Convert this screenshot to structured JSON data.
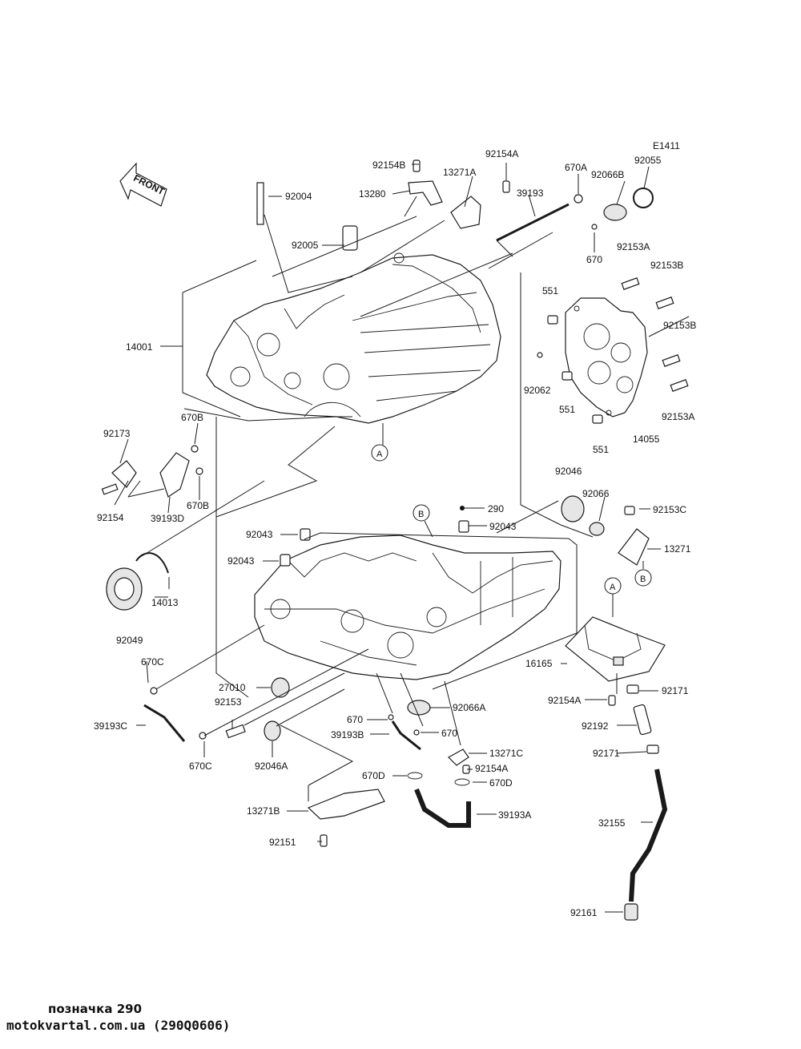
{
  "diagram_code": "E1411",
  "front_label": "FRONT",
  "ref_markers": [
    "A",
    "A",
    "B",
    "B"
  ],
  "part_labels": {
    "p92154B": "92154B",
    "p13280": "13280",
    "p13271A": "13271A",
    "p92154A_top": "92154A",
    "p670A": "670A",
    "p92066B": "92066B",
    "p92055": "92055",
    "p92004": "92004",
    "p39193": "39193",
    "p92005": "92005",
    "p670_top": "670",
    "p92153A_1": "92153A",
    "p92153B_1": "92153B",
    "p551_1": "551",
    "p92153B_2": "92153B",
    "p14001": "14001",
    "p92062": "92062",
    "p551_2": "551",
    "p92153A_2": "92153A",
    "p14055": "14055",
    "p551_3": "551",
    "p92173": "92173",
    "p670B_1": "670B",
    "p92154": "92154",
    "p39193D": "39193D",
    "p670B_2": "670B",
    "p92046": "92046",
    "p92066": "92066",
    "p92153C": "92153C",
    "p290": "290",
    "p92043_1": "92043",
    "p92043_2": "92043",
    "p92043_3": "92043",
    "p13271": "13271",
    "p14013": "14013",
    "p92049": "92049",
    "p16165": "16165",
    "p670C_1": "670C",
    "p27010": "27010",
    "p92154A_2": "92154A",
    "p92171_1": "92171",
    "p92153": "92153",
    "p92066A": "92066A",
    "p39193C": "39193C",
    "p670_2": "670",
    "p39193B": "39193B",
    "p670_3": "670",
    "p92192": "92192",
    "p670C_2": "670C",
    "p92046A": "92046A",
    "p13271C": "13271C",
    "p92171_2": "92171",
    "p92154A_3": "92154A",
    "p670D_1": "670D",
    "p670D_2": "670D",
    "p13271B": "13271B",
    "p39193A": "39193A",
    "p32155": "32155",
    "p92151": "92151",
    "p92161": "92161"
  },
  "footer": {
    "caption": "позначка 290",
    "source": "motokvartal.com.ua (290Q0606)"
  }
}
